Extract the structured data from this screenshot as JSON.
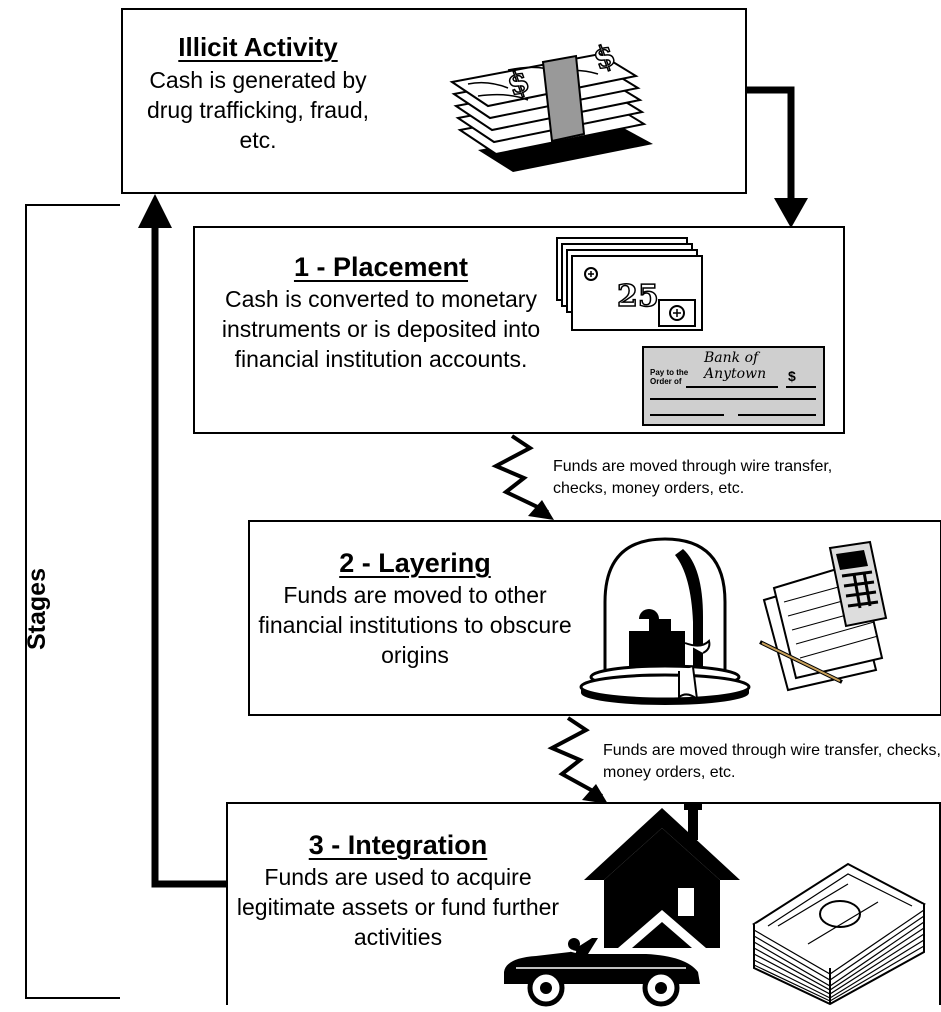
{
  "stages_label": "Stages",
  "boxes": {
    "illicit": {
      "title": "Illicit Activity",
      "description": "Cash is generated by drug trafficking, fraud, etc."
    },
    "placement": {
      "title": "1 - Placement",
      "description": "Cash is converted to monetary instruments or is deposited into financial institution accounts."
    },
    "layering": {
      "title": "2 - Layering",
      "description": "Funds are moved to other financial institutions to obscure origins"
    },
    "integration": {
      "title": "3 - Integration",
      "description": "Funds are used to acquire legitimate assets or fund further activities"
    }
  },
  "transitions": {
    "placement_to_layering": "Funds are moved through wire transfer, checks, money orders, etc.",
    "layering_to_integration": "Funds are moved through wire transfer, checks, money orders, etc."
  },
  "check": {
    "bank": "Bank of Anytown",
    "pay_to": "Pay to the",
    "order_of": "Order of",
    "dollar": "$"
  },
  "money_order_value": "25",
  "icons": [
    "cash-stack-icon",
    "money-order-icon",
    "bank-check-icon",
    "bell-jar-icon",
    "papers-calculator-icon",
    "house-icon",
    "convertible-car-icon",
    "money-pile-icon",
    "zigzag-arrow-icon"
  ]
}
